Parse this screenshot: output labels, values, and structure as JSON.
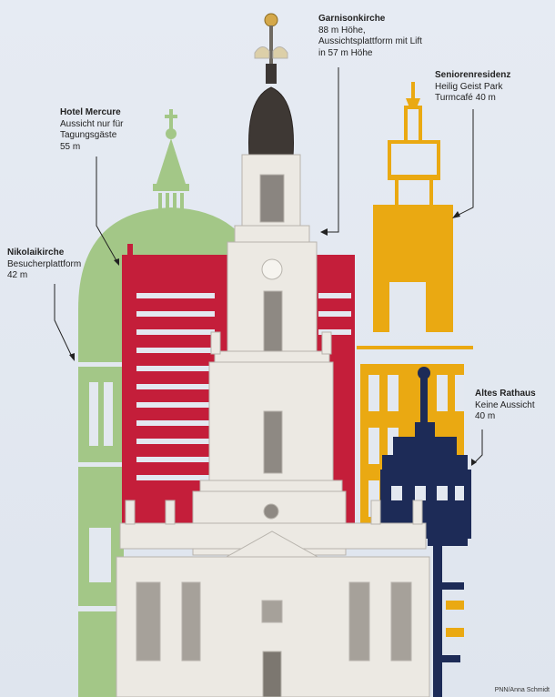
{
  "labels": {
    "garnisonkirche": {
      "title": "Garnisonkirche",
      "lines": [
        "88 m Höhe,",
        "Aussichtsplattform mit Lift",
        "in 57 m Höhe"
      ]
    },
    "seniorenresidenz": {
      "title": "Seniorenresidenz",
      "lines": [
        "Heilig Geist Park",
        "Turmcafé 40 m"
      ]
    },
    "hotel_mercure": {
      "title": "Hotel Mercure",
      "lines": [
        "Aussicht nur für",
        "Tagungsgäste",
        "55 m"
      ]
    },
    "nikolaikirche": {
      "title": "Nikolaikirche",
      "lines": [
        "Besucherplattform",
        "42 m"
      ]
    },
    "altes_rathaus": {
      "title": "Altes Rathaus",
      "lines": [
        "Keine Aussicht",
        "40 m"
      ]
    }
  },
  "credit": "PNN/Anna Schmidt",
  "colors": {
    "background": "#e3e8f0",
    "nikolaikirche": "#a3c787",
    "hotel_mercure": "#c41e3a",
    "seniorenresidenz": "#eaa912",
    "altes_rathaus": "#1d2b57",
    "garnisonkirche": "#ece9e3"
  }
}
